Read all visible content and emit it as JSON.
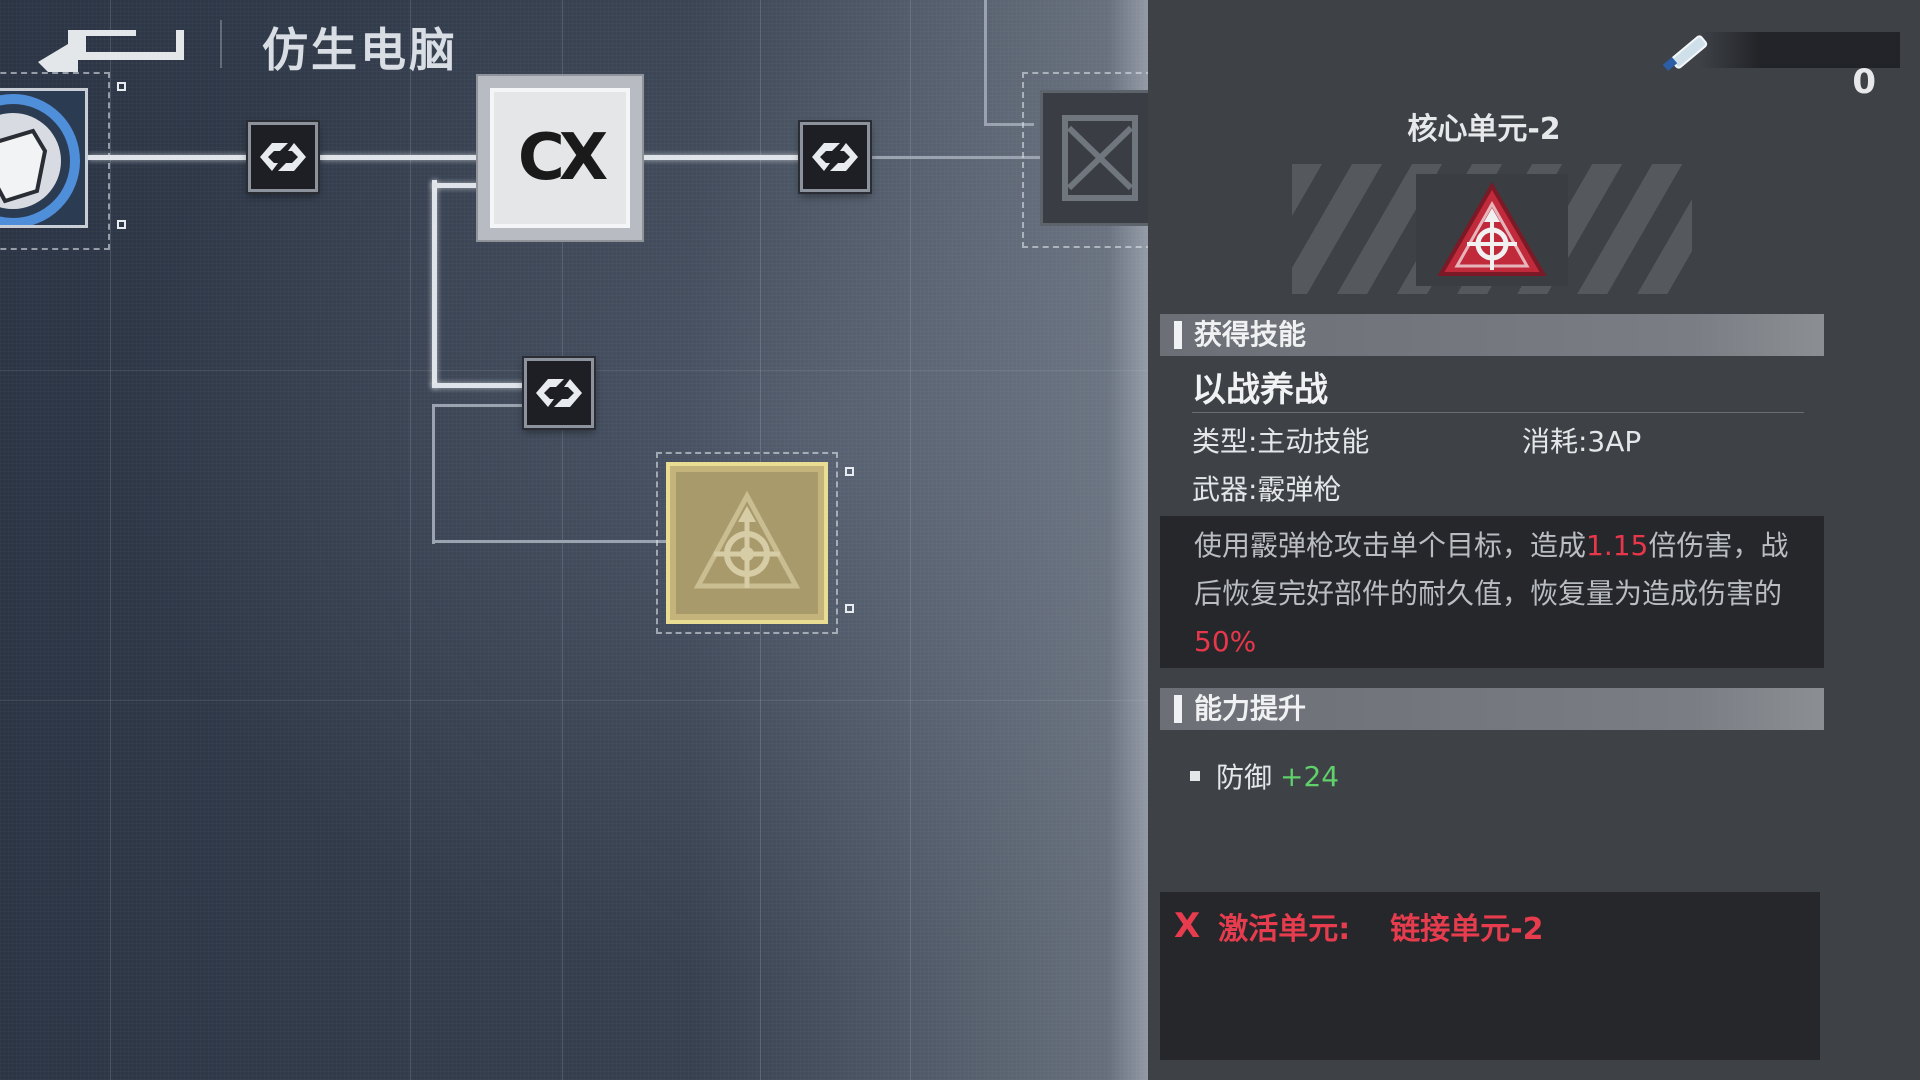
{
  "header": {
    "title": "仿生电脑",
    "back_icon": "back-arrow-icon"
  },
  "tree": {
    "core_node_label": "CX",
    "link_icon": "link-chain-icon",
    "selected_node_icon": "target-crosshair-icon"
  },
  "currency": {
    "icon": "test-tube-icon",
    "value": "0"
  },
  "unit": {
    "name": "核心单元-2",
    "icon": "target-triangle-icon"
  },
  "skill_section": {
    "header": "获得技能",
    "skill_name": "以战养战",
    "type_label": "类型:主动技能",
    "cost_label": "消耗:3AP",
    "weapon_label": "武器:霰弹枪",
    "desc_part1": "使用霰弹枪攻击单个目标，造成",
    "desc_hl1": "1.15",
    "desc_part2": "倍伤害，战后恢复完好部件的耐久值，恢复量为造成伤害的",
    "desc_hl2": "50%"
  },
  "ability_section": {
    "header": "能力提升",
    "bonus_label": "防御",
    "bonus_value": "+24"
  },
  "requirement": {
    "x_mark": "X",
    "label": "激活单元:",
    "target": "链接单元-2"
  },
  "colors": {
    "highlight_red": "#e8374b",
    "bonus_green": "#5fd06a",
    "selected_gold": "#a99a6c"
  }
}
